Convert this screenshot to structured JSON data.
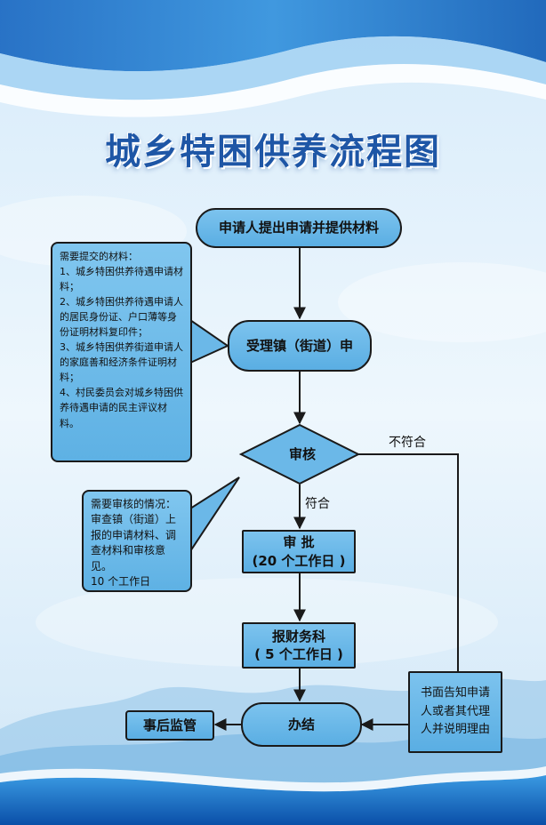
{
  "title": "城乡特困供养流程图",
  "nodes": {
    "apply": "申请人提出申请并提供材料",
    "accept": "受理镇（街道）申",
    "review": "审核",
    "approve_line1": "审 批",
    "approve_line2": "(20 个工作日 )",
    "finance_line1": "报财务科",
    "finance_line2": "( 5 个工作日 )",
    "done": "办结",
    "supervise": "事后监管",
    "notify": "书面告知申请人或者其代理人并说明理由"
  },
  "labels": {
    "pass": "符合",
    "fail": "不符合"
  },
  "notes": {
    "materials": [
      "需要提交的材料：",
      "1、城乡特困供养待遇申请材料；",
      "2、城乡特困供养待遇申请人的居民身份证、户口薄等身份证明材料复印件；",
      "3、城乡特困供养街道申请人的家庭善和经济条件证明材料；",
      "4、村民委员会对城乡特困供养待遇申请的民主评议材料。"
    ],
    "review": [
      "需要审核的情况：",
      "审查镇（街道）上报的申请材料、调查材料和审核意见。",
      "10 个工作日"
    ]
  },
  "colors": {
    "title": "#1e56a6",
    "node_fill": "#6bb8e8",
    "line": "#1a1a1a"
  }
}
